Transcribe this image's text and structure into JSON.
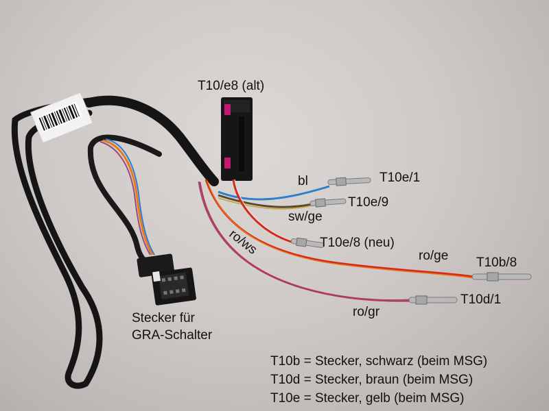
{
  "labels": {
    "t10e8_alt": "T10/e8 (alt)",
    "bl": "bl",
    "t10e1": "T10e/1",
    "t10e9": "T10e/9",
    "swge": "sw/ge",
    "rows": "ro/ws",
    "t10e8_neu": "T10e/8 (neu)",
    "roge": "ro/ge",
    "t10b8": "T10b/8",
    "t10d1": "T10d/1",
    "rogr": "ro/gr",
    "stecker_line1": "Stecker für",
    "stecker_line2": "GRA-Schalter"
  },
  "legend": [
    "T10b = Stecker, schwarz (beim MSG)",
    "T10d = Stecker, braun (beim MSG)",
    "T10e = Stecker, gelb (beim MSG)"
  ],
  "colors": {
    "background": "#cfcac8",
    "sheath": "#151515",
    "wire_blue": "#2a7fd0",
    "wire_red": "#d42a1a",
    "wire_orange": "#e87a1a",
    "wire_purple": "#9a4a7a",
    "pin_metal": "#b9b9b9"
  }
}
